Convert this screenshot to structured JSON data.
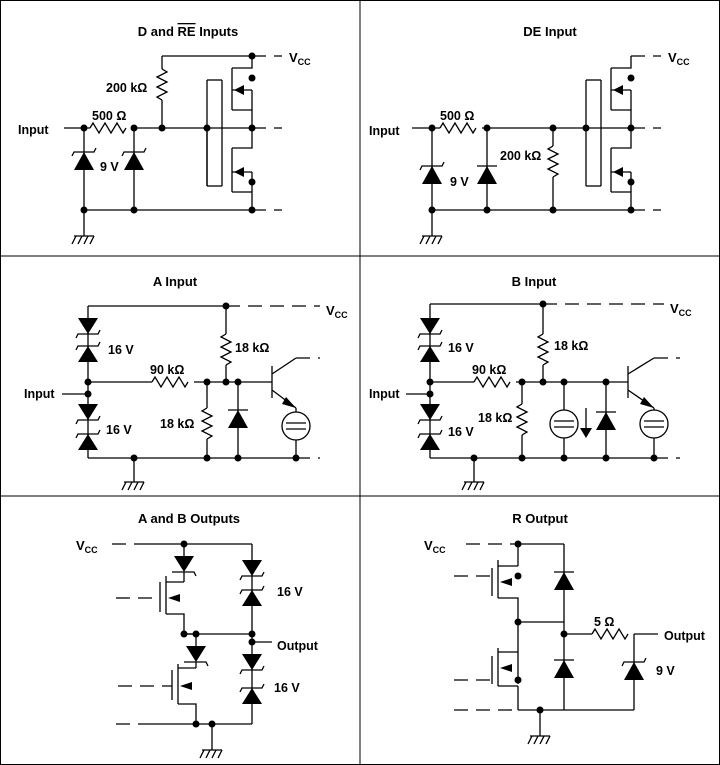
{
  "panels": {
    "d_re": {
      "title_prefix": "D and ",
      "title_overline": "RE",
      "title_suffix": " Inputs",
      "input": "Input",
      "r_pull": "200 kΩ",
      "r_series": "500 Ω",
      "zener": "9 V",
      "vcc_v": "V",
      "vcc_sub": "CC"
    },
    "de": {
      "title": "DE Input",
      "input": "Input",
      "r_series": "500 Ω",
      "r_pull": "200 kΩ",
      "zener": "9 V",
      "vcc_v": "V",
      "vcc_sub": "CC"
    },
    "a": {
      "title": "A Input",
      "input": "Input",
      "z_top": "16 V",
      "z_bot": "16 V",
      "r_series": "90 kΩ",
      "r_up": "18 kΩ",
      "r_down": "18 kΩ",
      "vcc_v": "V",
      "vcc_sub": "CC"
    },
    "b": {
      "title": "B Input",
      "input": "Input",
      "z_top": "16 V",
      "z_bot": "16 V",
      "r_series": "90 kΩ",
      "r_up": "18 kΩ",
      "r_down": "18 kΩ",
      "vcc_v": "V",
      "vcc_sub": "CC"
    },
    "ab": {
      "title": "A and B Outputs",
      "vcc_v": "V",
      "vcc_sub": "CC",
      "z_top": "16 V",
      "z_bot": "16 V",
      "output": "Output"
    },
    "r": {
      "title": "R Output",
      "vcc_v": "V",
      "vcc_sub": "CC",
      "r_series": "5 Ω",
      "zener": "9 V",
      "output": "Output"
    }
  }
}
